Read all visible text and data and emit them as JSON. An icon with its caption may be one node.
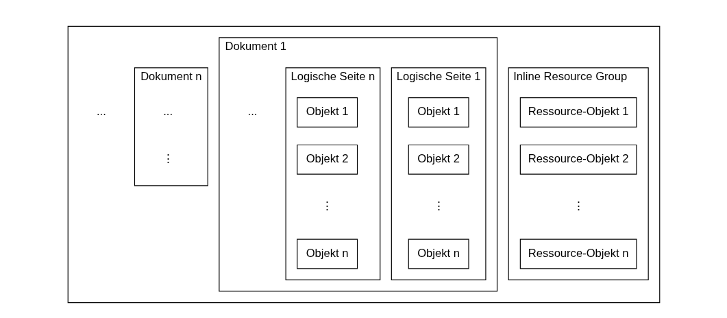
{
  "diagram": {
    "nodes": [
      {
        "text": [],
        "shape": "box"
      },
      {
        "text": [
          "Inline Resource Group"
        ],
        "in": 0
      },
      {
        "text": [
          "Ressource-Objekt 1"
        ],
        "in": 1
      },
      {
        "text": [
          "Ressource-Objekt 2"
        ],
        "in": 1
      },
      {
        "text": [
          "Ressource-Objekt n"
        ],
        "in": 1
      },
      {
        "text": [
          "Dokument 1"
        ],
        "in": 0
      },
      {
        "text": [
          "Logische Seite 1"
        ],
        "in": 5
      },
      {
        "text": [
          "Objekt 1"
        ],
        "in": 6
      },
      {
        "text": [
          "Objekt 2"
        ],
        "in": 6
      },
      {
        "text": [
          "Objekt n"
        ],
        "in": 6
      },
      {
        "text": [
          "Logische Seite n"
        ],
        "in": 5
      },
      {
        "text": [
          "Objekt 1"
        ],
        "in": 10
      },
      {
        "text": [
          "Objekt 2"
        ],
        "in": 10
      },
      {
        "text": [
          "Objekt n"
        ],
        "in": 10
      },
      {
        "text": [
          "Dokument n"
        ],
        "in": 0
      }
    ],
    "labels": [
      "...",
      "...",
      "...",
      "⋮",
      "⋮",
      "⋮",
      "⋮"
    ]
  }
}
